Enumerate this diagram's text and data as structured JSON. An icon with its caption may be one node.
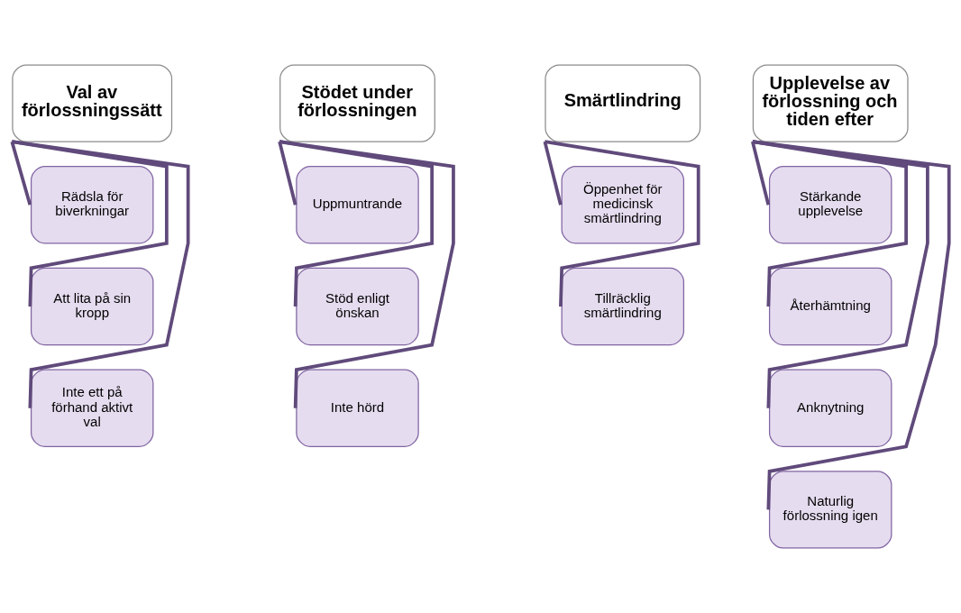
{
  "diagram": {
    "nodes": [
      {
        "text": [
          "Val av förlossningssätt"
        ]
      },
      {
        "text": [
          "Rädsla för biverkningar"
        ]
      },
      {
        "text": [
          "Att lita på sin kropp"
        ]
      },
      {
        "text": [
          "Inte ett på förhand aktivt val"
        ]
      },
      {
        "text": [
          "Stödet under förlossningen"
        ]
      },
      {
        "text": [
          "Uppmuntrande"
        ]
      },
      {
        "text": [
          "Stöd enligt önskan"
        ]
      },
      {
        "text": [
          "Inte hörd"
        ]
      },
      {
        "text": [
          "Smärtlindring"
        ]
      },
      {
        "text": [
          "Öppenhet för medicinsk smärtlindring"
        ]
      },
      {
        "text": [
          "Tillräcklig smärtlindring"
        ]
      },
      {
        "text": [
          "Upplevelse av förlossning och tiden efter"
        ]
      },
      {
        "text": [
          "Stärkande upplevelse"
        ]
      },
      {
        "text": [
          "Återhämtning"
        ]
      },
      {
        "text": [
          "Anknytning"
        ]
      },
      {
        "text": [
          "Naturlig förlossning igen"
        ]
      }
    ],
    "edges": [
      {
        "from": 0,
        "to": 1,
        "arrow": "none"
      },
      {
        "from": 0,
        "to": 2,
        "arrow": "none"
      },
      {
        "from": 0,
        "to": 3,
        "arrow": "none"
      },
      {
        "from": 4,
        "to": 5,
        "arrow": "none"
      },
      {
        "from": 4,
        "to": 6,
        "arrow": "none"
      },
      {
        "from": 4,
        "to": 7,
        "arrow": "none"
      },
      {
        "from": 8,
        "to": 9,
        "arrow": "none"
      },
      {
        "from": 8,
        "to": 10,
        "arrow": "none"
      },
      {
        "from": 11,
        "to": 12,
        "arrow": "none"
      },
      {
        "from": 11,
        "to": 13,
        "arrow": "none"
      },
      {
        "from": 11,
        "to": 14,
        "arrow": "none"
      },
      {
        "from": 11,
        "to": 15,
        "arrow": "none"
      }
    ]
  }
}
